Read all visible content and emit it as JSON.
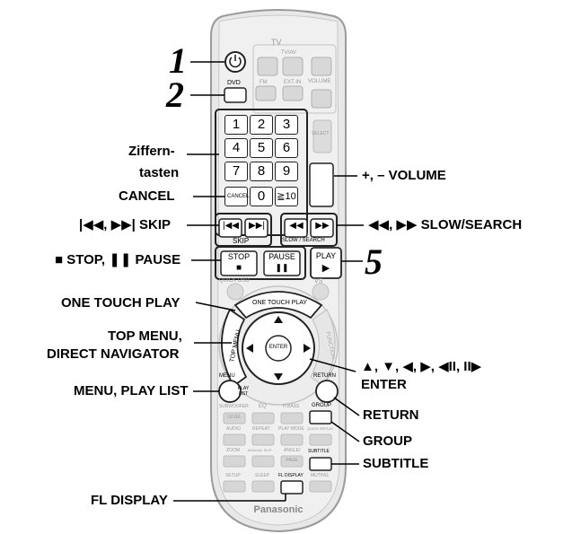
{
  "steps": {
    "s1": "1",
    "s2": "2",
    "s5": "5"
  },
  "labels": {
    "ziffern1": "Ziffern-",
    "ziffern2": "tasten",
    "cancel": "CANCEL",
    "skip": "|◀◀, ▶▶| SKIP",
    "stop_pause": "■ STOP, ❚❚ PAUSE",
    "one_touch_play": "ONE TOUCH PLAY",
    "top_menu1": "TOP MENU,",
    "top_menu2": "DIRECT NAVIGATOR",
    "menu_play_list": "MENU, PLAY LIST",
    "fl_display": "FL DISPLAY",
    "volume": "+, – VOLUME",
    "slow_search": "◀◀, ▶▶ SLOW/SEARCH",
    "cursor1": "▲, ▼, ◀, ▶, ◀II, II▶",
    "cursor2": "ENTER",
    "return": "RETURN",
    "group": "GROUP",
    "subtitle": "SUBTITLE"
  },
  "remote": {
    "tv": "TV",
    "tvav": "TV/AV",
    "dvd": "DVD",
    "fm": "FM",
    "ext_in": "EXT-IN",
    "volume_top": "VOLUME",
    "select": "SELECT",
    "digits": [
      "1",
      "2",
      "3",
      "4",
      "5",
      "6",
      "7",
      "8",
      "9",
      "0"
    ],
    "key10": "≧10",
    "cancel": "CANCEL",
    "skip": "SKIP",
    "slow_search": "SLOW / SEARCH",
    "stop": "STOP",
    "pause": "PAUSE",
    "play": "PLAY",
    "quick_osd": "QUICK OSD",
    "vs": "VS",
    "one_touch_play": "ONE TOUCH PLAY",
    "direct_navigator": "DIRECT NAVIGATOR",
    "top_menu": "TOP MENU",
    "function": "FUNCTION",
    "enter": "ENTER",
    "menu": "MENU",
    "play_list": "PLAY LIST",
    "return": "RETURN",
    "subwoofer": "SUBWOOFER",
    "level": "LEVEL",
    "eq": "EQ",
    "hbass": "H.BASS",
    "group": "GROUP",
    "audio": "AUDIO",
    "repeat": "REPEAT",
    "play_mode": "PLAY MODE",
    "quick_replay": "QUICK REPLAY",
    "zoom": "ZOOM",
    "manual_skip": "MANUAL SKIP",
    "angle": "ANGLE/",
    "page": "PAGE",
    "subtitle": "SUBTITLE",
    "setup": "SETUP",
    "sleep": "SLEEP",
    "fl_display": "FL DISPLAY",
    "muting": "MUTING",
    "brand": "Panasonic"
  }
}
